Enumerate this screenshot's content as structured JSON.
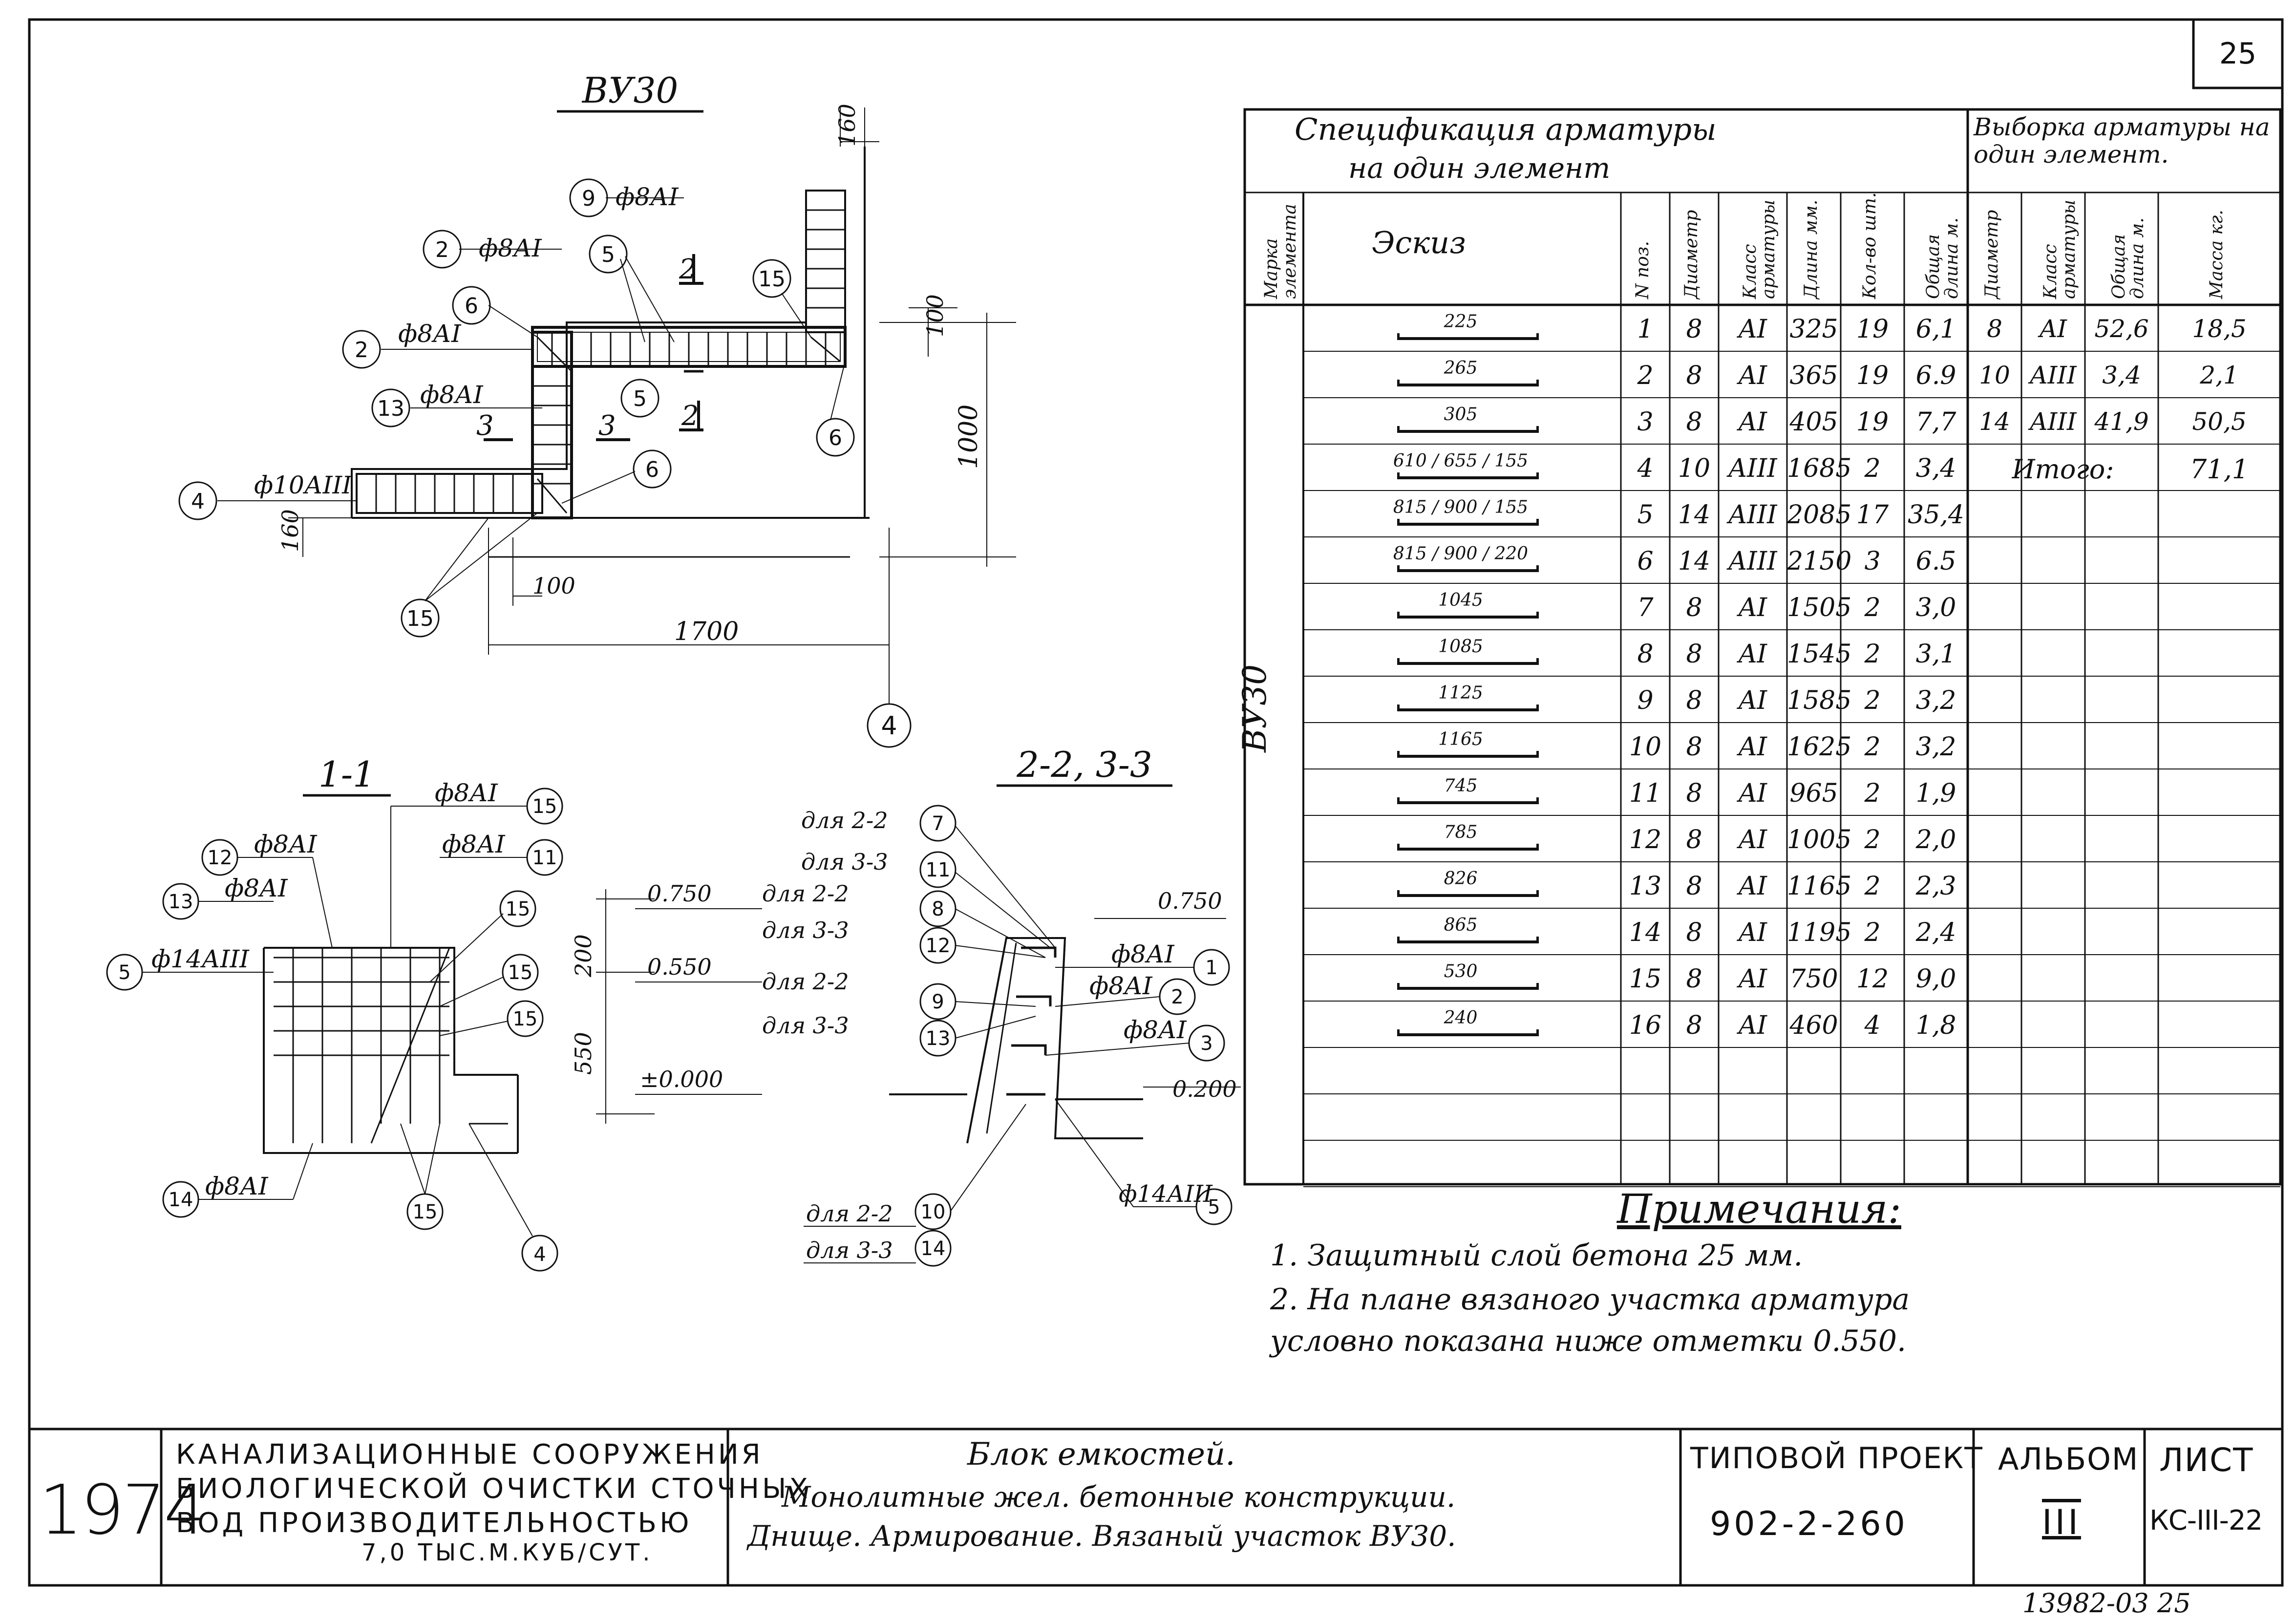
{
  "sheet_number": "25",
  "drawing": {
    "main_view_title": "ВУ30",
    "section_1_title": "1-1",
    "section_2_title": "2-2, 3-3",
    "dims": {
      "d160_top": "160",
      "d100_right": "100",
      "d1000": "1000",
      "d160_left": "160",
      "d100_bottom": "100",
      "d1700": "1700",
      "d200": "200",
      "d550": "550"
    },
    "bar_labels": {
      "f8AI": "ф8АI",
      "f10AIII": "ф10АIII",
      "f14AIII": "ф14АIII"
    },
    "elevations": {
      "e750": "0.750",
      "e550": "0.550",
      "e0": "±0.000",
      "e750b": "0.750",
      "e200": "0.200"
    },
    "section_marks": {
      "two": "2",
      "three": "3"
    },
    "callouts": {
      "dla22": "для 2-2",
      "dla33": "для 3-3"
    }
  },
  "table": {
    "spec_title_l1": "Спецификация   арматуры",
    "spec_title_l2": "на   один   элемент",
    "sel_title_l1": "Выборка арматуры на один элемент.",
    "headers": [
      "Марка элемента",
      "Эскиз",
      "N поз.",
      "Диаметр",
      "Класс арматуры",
      "Длина мм.",
      "Кол-во шт.",
      "Общая длина м.",
      "Диаметр",
      "Класс арматуры",
      "Общая длина м.",
      "Масса кг."
    ],
    "element_mark": "ВУ30",
    "rows": [
      {
        "sketch": "225",
        "pos": "1",
        "d": "8",
        "cls": "AI",
        "len": "325",
        "qty": "19",
        "total": "6,1"
      },
      {
        "sketch": "265",
        "pos": "2",
        "d": "8",
        "cls": "AI",
        "len": "365",
        "qty": "19",
        "total": "6.9"
      },
      {
        "sketch": "305",
        "pos": "3",
        "d": "8",
        "cls": "AI",
        "len": "405",
        "qty": "19",
        "total": "7,7"
      },
      {
        "sketch": "610 / 655 / 155",
        "pos": "4",
        "d": "10",
        "cls": "AIII",
        "len": "1685",
        "qty": "2",
        "total": "3,4"
      },
      {
        "sketch": "815 / 900 / 155",
        "pos": "5",
        "d": "14",
        "cls": "AIII",
        "len": "2085",
        "qty": "17",
        "total": "35,4"
      },
      {
        "sketch": "815 / 900 / 220",
        "pos": "6",
        "d": "14",
        "cls": "AIII",
        "len": "2150",
        "qty": "3",
        "total": "6.5"
      },
      {
        "sketch": "1045",
        "pos": "7",
        "d": "8",
        "cls": "AI",
        "len": "1505",
        "qty": "2",
        "total": "3,0"
      },
      {
        "sketch": "1085",
        "pos": "8",
        "d": "8",
        "cls": "AI",
        "len": "1545",
        "qty": "2",
        "total": "3,1"
      },
      {
        "sketch": "1125",
        "pos": "9",
        "d": "8",
        "cls": "AI",
        "len": "1585",
        "qty": "2",
        "total": "3,2"
      },
      {
        "sketch": "1165",
        "pos": "10",
        "d": "8",
        "cls": "AI",
        "len": "1625",
        "qty": "2",
        "total": "3,2"
      },
      {
        "sketch": "745",
        "pos": "11",
        "d": "8",
        "cls": "AI",
        "len": "965",
        "qty": "2",
        "total": "1,9"
      },
      {
        "sketch": "785",
        "pos": "12",
        "d": "8",
        "cls": "AI",
        "len": "1005",
        "qty": "2",
        "total": "2,0"
      },
      {
        "sketch": "826",
        "pos": "13",
        "d": "8",
        "cls": "AI",
        "len": "1165",
        "qty": "2",
        "total": "2,3"
      },
      {
        "sketch": "865",
        "pos": "14",
        "d": "8",
        "cls": "AI",
        "len": "1195",
        "qty": "2",
        "total": "2,4"
      },
      {
        "sketch": "530",
        "pos": "15",
        "d": "8",
        "cls": "AI",
        "len": "750",
        "qty": "12",
        "total": "9,0"
      },
      {
        "sketch": "240",
        "pos": "16",
        "d": "8",
        "cls": "AI",
        "len": "460",
        "qty": "4",
        "total": "1,8"
      }
    ],
    "selection_rows": [
      {
        "d": "8",
        "cls": "AI",
        "total": "52,6",
        "mass": "18,5"
      },
      {
        "d": "10",
        "cls": "AIII",
        "total": "3,4",
        "mass": "2,1"
      },
      {
        "d": "14",
        "cls": "AIII",
        "total": "41,9",
        "mass": "50,5"
      }
    ],
    "total_label": "Итого:",
    "total_value": "71,1"
  },
  "notes": {
    "title": "Примечания:",
    "n1": "1. Защитный   слой   бетона   25 мм.",
    "n2a": "2. На   плане   вязаного   участка   арматура",
    "n2b": "условно   показана   ниже   отметки   0.550."
  },
  "title_block": {
    "year": "1974",
    "org_l1": "КАНАЛИЗАЦИОННЫЕ  СООРУЖЕНИЯ",
    "org_l2": "БИОЛОГИЧЕСКОЙ ОЧИСТКИ СТОЧНЫХ",
    "org_l3": "ВОД   ПРОИЗВОДИТЕЛЬНОСТЬЮ",
    "org_l4": "7,0  ТЫС.М.КУБ/СУТ.",
    "desc_l1": "Блок   емкостей.",
    "desc_l2": "Монолитные   жел. бетонные   конструкции.",
    "desc_l3": "Днище.  Армирование.  Вязаный   участок   ВУ30.",
    "project_label": "ТИПОВОЙ ПРОЕКТ",
    "project_number": "902-2-260",
    "album_label": "АЛЬБОМ",
    "album_number": "III",
    "sheet_label": "ЛИСТ",
    "sheet_code": "КС-III-22"
  },
  "footer_code": "13982-03  25"
}
